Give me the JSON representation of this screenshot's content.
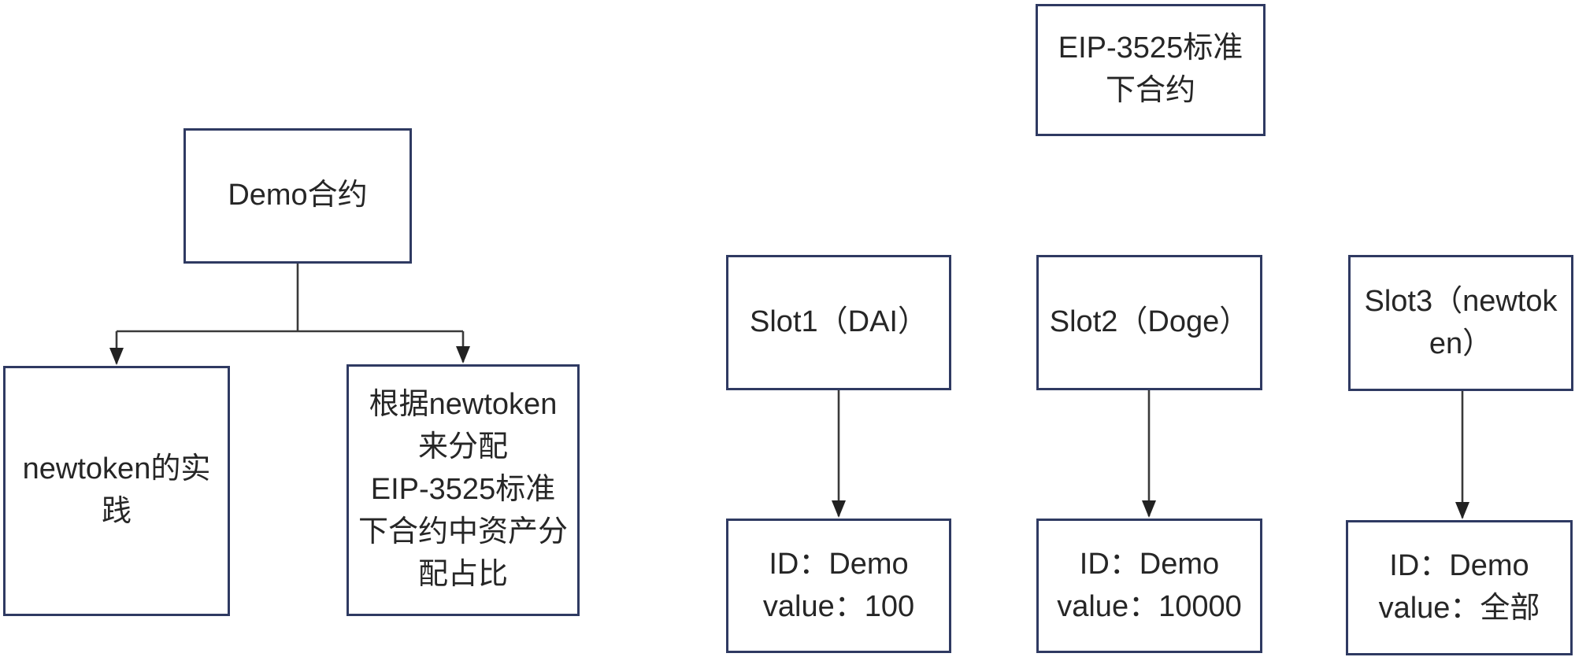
{
  "colors": {
    "box_border": "#2f3a62",
    "connector": "#3a3a3a",
    "arrow_fill": "#222222",
    "text": "#262626",
    "background": "#ffffff"
  },
  "diagram": {
    "left_tree": {
      "root": {
        "label": "Demo合约"
      },
      "children": [
        {
          "label": "newtoken的实\n践"
        },
        {
          "label": "根据newtoken\n来分配\nEIP-3525标准\n下合约中资产分\n配占比"
        }
      ]
    },
    "right_group": {
      "header": {
        "label": "EIP-3525标准\n下合约"
      },
      "slots": [
        {
          "label": "Slot1（DAI）",
          "detail": "ID：Demo\nvalue：100"
        },
        {
          "label": "Slot2（Doge）",
          "detail": "ID：Demo\nvalue：10000"
        },
        {
          "label": "Slot3（newtok\nen）",
          "detail": "ID：Demo\nvalue：全部"
        }
      ]
    }
  }
}
